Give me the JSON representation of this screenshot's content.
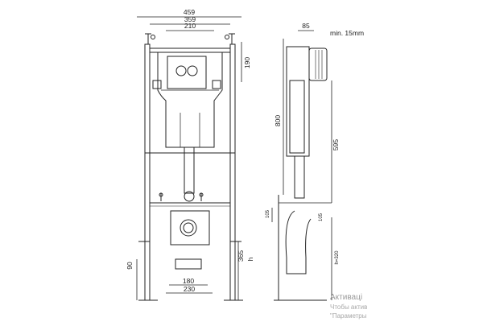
{
  "front_view": {
    "dims": {
      "overall_width": "459",
      "mid_width": "359",
      "inner_width": "210",
      "button_height": "190",
      "total_height": "800",
      "floor_height": "90",
      "outlet_height": "365",
      "h_marker": "h",
      "bottom_width_1": "180",
      "bottom_width_2": "230"
    }
  },
  "side_view": {
    "dims": {
      "depth": "85",
      "min_gap": "min. 15mm",
      "flush_height": "595",
      "small_1": "105",
      "small_2": "105",
      "h_value": "h=320"
    }
  },
  "watermark": {
    "line1": "Активаці",
    "line2": "Чтобы актив",
    "line3": "\"Параметры"
  }
}
